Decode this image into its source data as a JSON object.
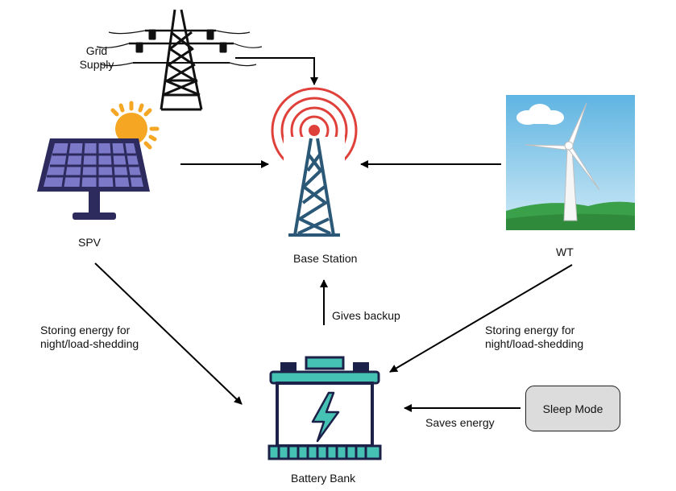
{
  "labels": {
    "grid_line1": "Grid",
    "grid_line2": "Supply",
    "spv": "SPV",
    "base_station": "Base Station",
    "wt": "WT",
    "gives_backup": "Gives backup",
    "storing_left_line1": "Storing energy for",
    "storing_left_line2": "night/load-shedding",
    "storing_right_line1": "Storing energy for",
    "storing_right_line2": "night/load-shedding",
    "sleep_mode": "Sleep Mode",
    "saves_energy": "Saves energy",
    "battery_bank": "Battery Bank"
  },
  "icons": {
    "grid": "transmission-tower-icon",
    "solar": "solar-panel-icon",
    "sun": "sun-icon",
    "tower": "radio-tower-icon",
    "wind": "wind-turbine-icon",
    "battery": "battery-icon"
  },
  "colors": {
    "signal_red": "#e0403a",
    "tower_blue": "#2c5878",
    "panel_purple": "#7b79c8",
    "panel_frame": "#2d2a5e",
    "battery_teal": "#46c2b4",
    "battery_outline": "#1c2149",
    "sun_orange": "#f5a623",
    "sky_blue": "#8fd0ee",
    "grass_green": "#3aa04a",
    "sleep_box_fill": "#dcdcdc"
  }
}
